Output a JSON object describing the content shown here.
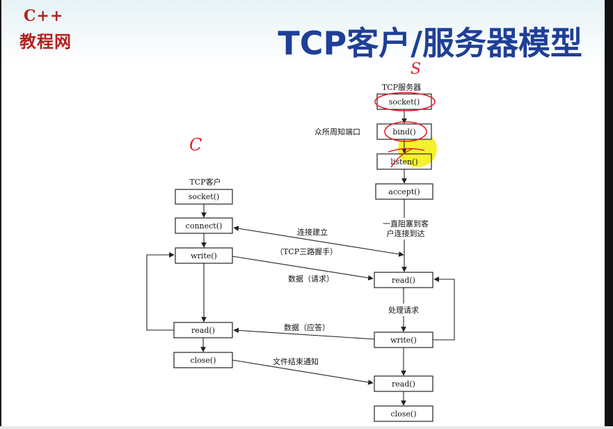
{
  "header": {
    "logo_top": "C++",
    "logo_bottom": "教程网",
    "title": "TCP客户/服务器模型"
  },
  "server": {
    "heading": "TCP服务器",
    "socket": "socket()",
    "bind": "bind()",
    "listen": "listen()",
    "accept": "accept()",
    "well_known_port": "众所周知端口",
    "block_line1": "一直阻塞到客",
    "block_line2": "户连接到达",
    "read": "read()",
    "process": "处理请求",
    "write": "write()",
    "read2": "read()",
    "close": "close()"
  },
  "client": {
    "heading": "TCP客户",
    "socket": "socket()",
    "connect": "connect()",
    "write": "write()",
    "read": "read()",
    "close": "close()"
  },
  "messages": {
    "connect_establish": "连接建立",
    "three_way": "（TCP三路握手）",
    "data_request": "数据（请求）",
    "data_reply": "数据（应答）",
    "eof_notify": "文件结束通知"
  },
  "annotations": {
    "server_mark": "S",
    "client_mark": "C"
  },
  "colors": {
    "title": "#1f3f97",
    "logo": "#b42020",
    "annotation_ink": "#e0202a",
    "highlight": "#f5ee1a"
  }
}
